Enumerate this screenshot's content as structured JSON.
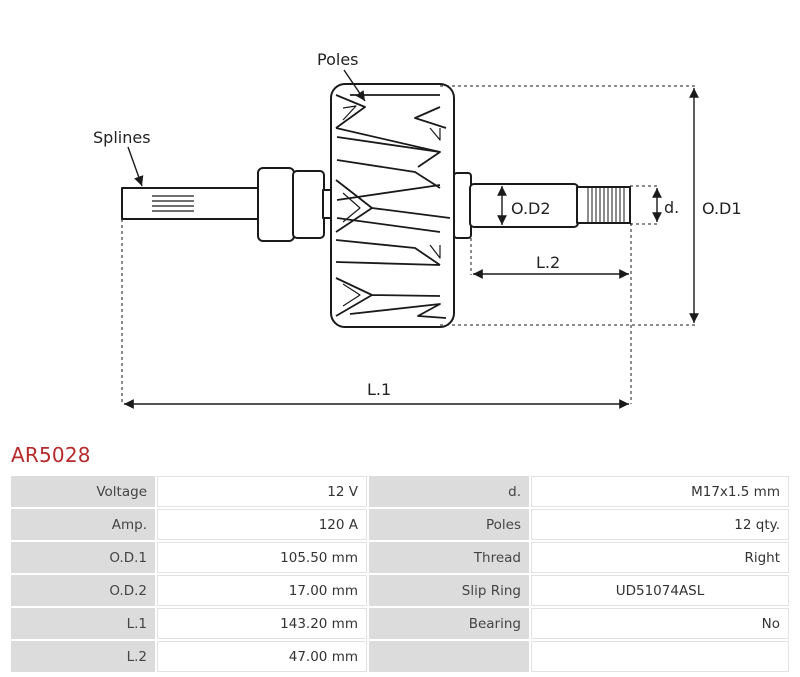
{
  "diagram": {
    "labels": {
      "poles": "Poles",
      "splines": "Splines",
      "od2": "O.D2",
      "d": "d.",
      "od1": "O.D1",
      "l2": "L.2",
      "l1": "L.1"
    }
  },
  "part_number": "AR5028",
  "specs": {
    "rows": [
      {
        "k1": "Voltage",
        "v1": "12 V",
        "k2": "d.",
        "v2": "M17x1.5 mm"
      },
      {
        "k1": "Amp.",
        "v1": "120 A",
        "k2": "Poles",
        "v2": "12 qty."
      },
      {
        "k1": "O.D.1",
        "v1": "105.50 mm",
        "k2": "Thread",
        "v2": "Right"
      },
      {
        "k1": "O.D.2",
        "v1": "17.00 mm",
        "k2": "Slip Ring",
        "v2": "UD51074ASL"
      },
      {
        "k1": "L.1",
        "v1": "143.20 mm",
        "k2": "Bearing",
        "v2": "No"
      },
      {
        "k1": "L.2",
        "v1": "47.00 mm",
        "k2": "",
        "v2": ""
      }
    ]
  },
  "colors": {
    "title": "#b52a2a",
    "key_cell": "#dcdcdc",
    "line": "#1a1a1a"
  }
}
